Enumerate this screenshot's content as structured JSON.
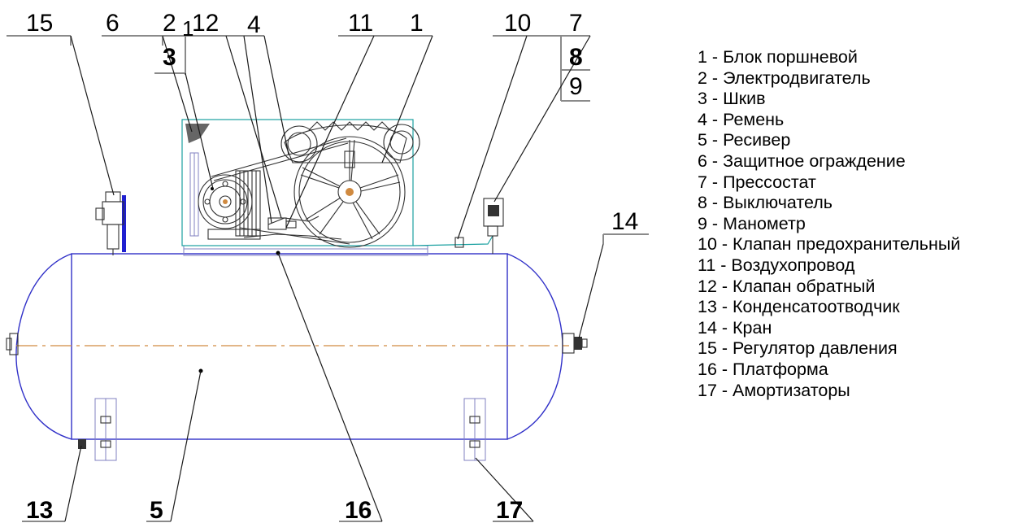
{
  "callouts": {
    "c15": "15",
    "c6": "6",
    "c2": "2",
    "c12": "12",
    "c4": "4",
    "c11": "11",
    "c1": "1",
    "c10": "10",
    "c7": "7",
    "c3": "3",
    "c8": "8",
    "c9": "9",
    "c14": "14",
    "c13": "13",
    "c5": "5",
    "c16": "16",
    "c17": "17"
  },
  "legend": [
    "1 - Блок поршневой",
    "2 - Электродвигатель",
    "3 - Шкив",
    "4 - Ремень",
    "5 - Ресивер",
    "6 - Защитное ограждение",
    "7 - Прессостат",
    "8 - Выключатель",
    "9 - Манометр",
    "10 - Клапан предохранительный",
    "11 - Воздухопровод",
    "12 - Клапан обратный",
    "13 - Конденсатоотводчик",
    "14 - Кран",
    "15 - Регулятор давления",
    "16 - Платформа",
    "17 - Амортизаторы"
  ]
}
